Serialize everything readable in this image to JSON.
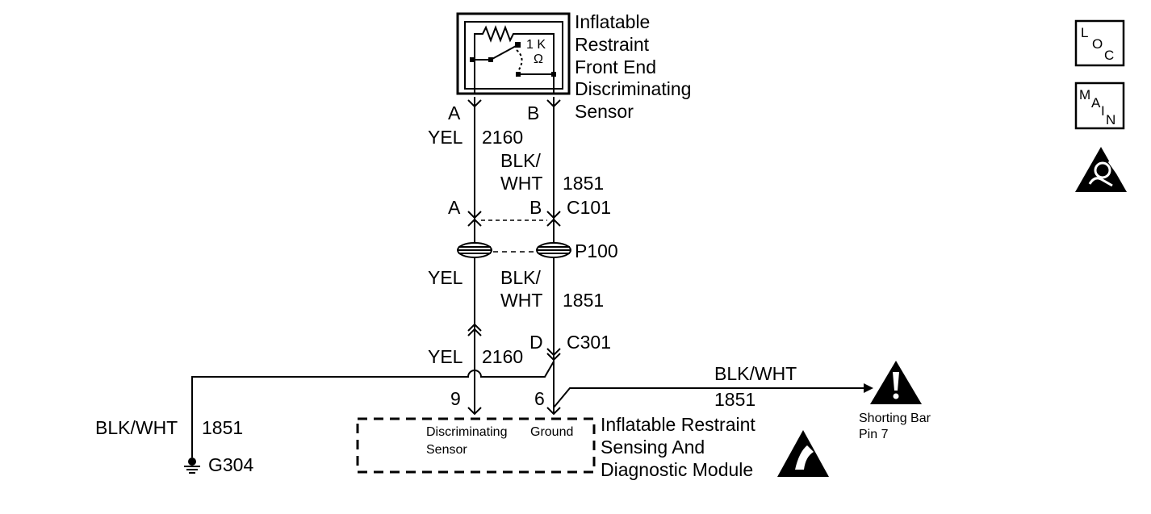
{
  "sensor": {
    "title_lines": [
      "Inflatable",
      "Restraint",
      "Front End",
      "Discriminating",
      "Sensor"
    ],
    "resistor_value": "1 K",
    "resistor_unit": "Ω"
  },
  "pins_top": {
    "a": "A",
    "b": "B"
  },
  "wires": {
    "yel_upper": {
      "color": "YEL",
      "circuit": "2160"
    },
    "blkwht_upper": {
      "color_line1": "BLK/",
      "color_line2": "WHT",
      "circuit": "1851"
    },
    "yel_mid": {
      "color": "YEL"
    },
    "blkwht_mid": {
      "color_line1": "BLK/",
      "color_line2": "WHT",
      "circuit": "1851"
    },
    "yel_lower": {
      "color": "YEL",
      "circuit": "2160"
    },
    "shorting": {
      "color": "BLK/WHT",
      "circuit": "1851"
    },
    "ground": {
      "color": "BLK/WHT",
      "circuit": "1851"
    }
  },
  "connectors": {
    "c101": {
      "name": "C101",
      "pin_a": "A",
      "pin_b": "B"
    },
    "p100": {
      "name": "P100"
    },
    "c301": {
      "name": "C301",
      "pin_d": "D"
    }
  },
  "module": {
    "pin_9": "9",
    "pin_6": "6",
    "pin9_label_line1": "Discriminating",
    "pin9_label_line2": "Sensor",
    "pin6_label": "Ground",
    "title_lines": [
      "Inflatable Restraint",
      "Sensing And",
      "Diagnostic Module"
    ]
  },
  "shorting_bar": {
    "line1": "Shorting Bar",
    "line2": "Pin 7"
  },
  "ground_point": {
    "name": "G304"
  },
  "side_icons": {
    "loc": {
      "l": "L",
      "o": "O",
      "c": "C"
    },
    "main": {
      "m": "M",
      "a": "A",
      "i": "I",
      "n": "N"
    }
  }
}
